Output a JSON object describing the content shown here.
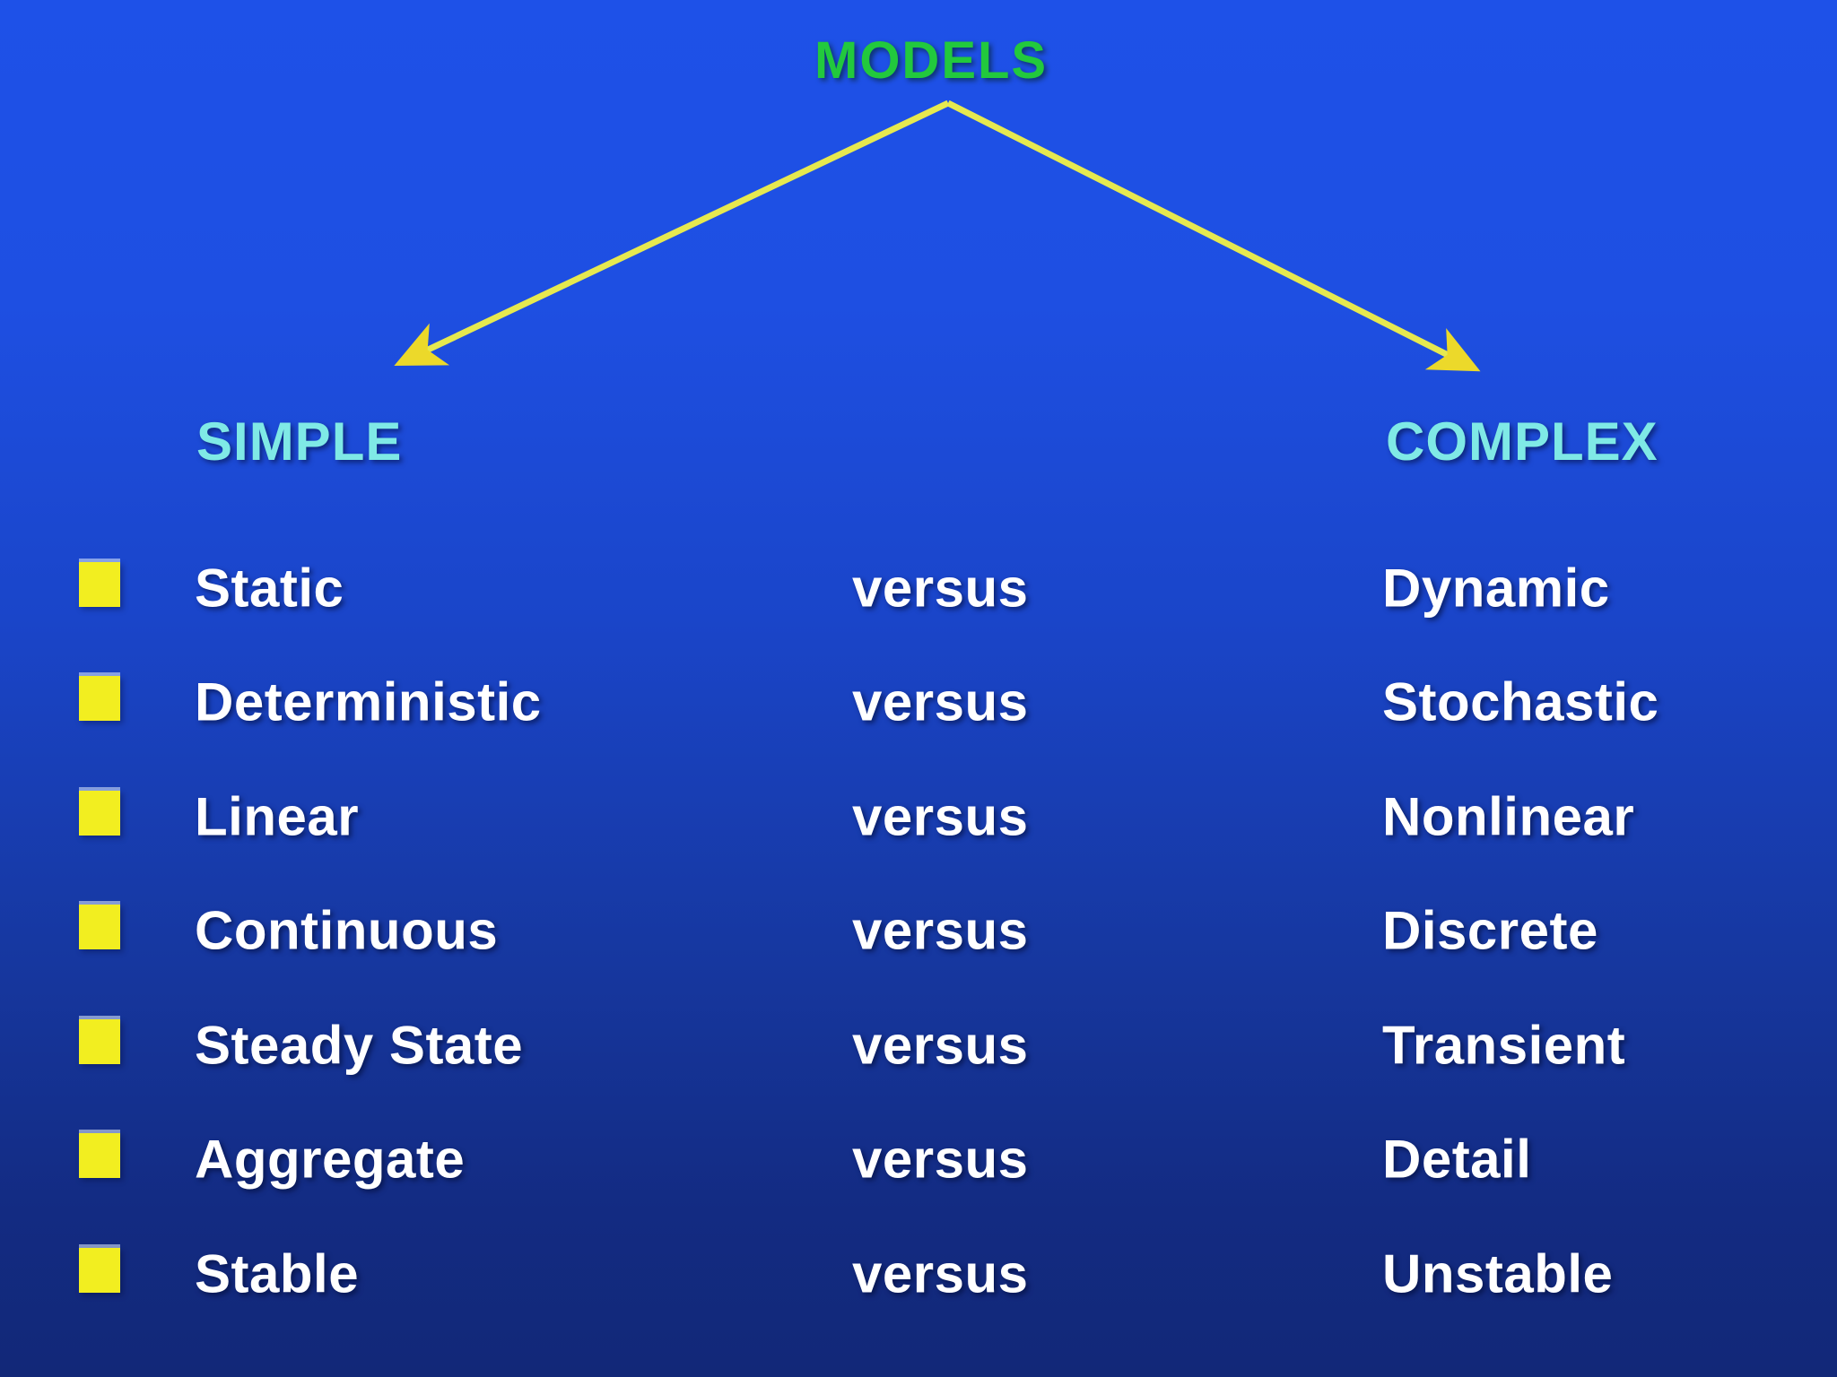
{
  "slide": {
    "title": "MODELS",
    "branches": {
      "left": "SIMPLE",
      "right": "COMPLEX"
    },
    "comparison_word": "versus",
    "rows": [
      {
        "left": "Static",
        "right": "Dynamic"
      },
      {
        "left": "Deterministic",
        "right": "Stochastic"
      },
      {
        "left": "Linear",
        "right": "Nonlinear"
      },
      {
        "left": "Continuous",
        "right": "Discrete"
      },
      {
        "left": "Steady State",
        "right": "Transient"
      },
      {
        "left": "Aggregate",
        "right": "Detail"
      },
      {
        "left": "Stable",
        "right": "Unstable"
      }
    ],
    "colors": {
      "title_green": "#22c93d",
      "branch_cyan": "#7fe9e6",
      "arrow_yellow": "#e6e94f",
      "bullet_yellow": "#f2ee20",
      "body_text": "#ffffff",
      "background_top": "#1e51e8",
      "background_bottom": "#122878"
    }
  }
}
